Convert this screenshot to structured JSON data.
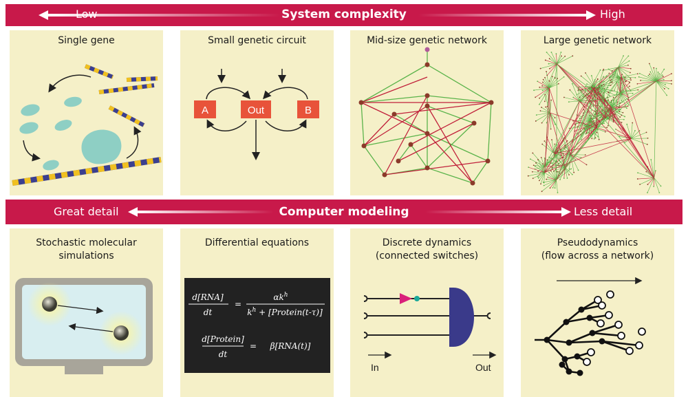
{
  "top_bar": {
    "left": "Low",
    "center": "System complexity",
    "right": "High"
  },
  "mid_bar": {
    "left": "Great detail",
    "center": "Computer modeling",
    "right": "Less detail"
  },
  "panels_top": [
    {
      "title": "Single gene"
    },
    {
      "title": "Small genetic circuit",
      "nodes": [
        "A",
        "Out",
        "B"
      ]
    },
    {
      "title": "Mid-size genetic network"
    },
    {
      "title": "Large genetic network"
    }
  ],
  "panels_bottom": [
    {
      "title_line1": "Stochastic molecular",
      "title_line2": "simulations"
    },
    {
      "title_line1": "Differential equations",
      "title_line2": ""
    },
    {
      "title_line1": "Discrete dynamics",
      "title_line2": "(connected switches)",
      "in_label": "In",
      "out_label": "Out"
    },
    {
      "title_line1": "Pseudodynamics",
      "title_line2": "(flow across a network)"
    }
  ],
  "equations": {
    "eq1_lhs_num": "d[RNA]",
    "eq1_lhs_den": "dt",
    "eq1_rhs_num": "αk",
    "eq1_rhs_num_sup": "h",
    "eq1_rhs_den_k": "k",
    "eq1_rhs_den_sup": "h",
    "eq1_rhs_den_rest": " + [Protein(t-τ)]",
    "eq2_lhs_num": "d[Protein]",
    "eq2_lhs_den": "dt",
    "eq2_rhs": "β[RNA(t)]",
    "equals": "="
  },
  "colors": {
    "banner": "#c8194a",
    "panel_bg": "#f5f0c8",
    "node_box": "#e8533a",
    "green_edge": "#5ab34a",
    "red_edge": "#c0203a",
    "node_dark": "#8b3a2a",
    "teal": "#8ecfc4"
  }
}
